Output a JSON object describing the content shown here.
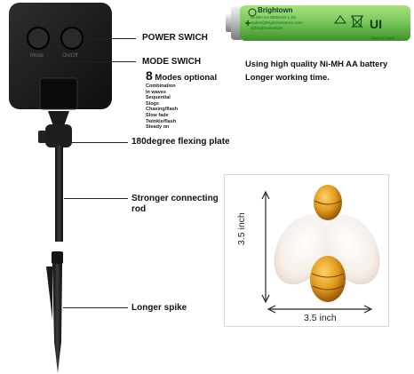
{
  "labels": {
    "power_switch": "POWER SWICH",
    "mode_switch": "MODE SWICH",
    "modes_count": "8",
    "modes_optional": " Modes optional",
    "flex_plate": "180degree flexing plate",
    "connecting_rod_line1": "Stronger connecting",
    "connecting_rod_line2": "rod",
    "longer_spike": "Longer spike"
  },
  "modes": [
    "Combination",
    "In waves",
    "Sequential",
    "Slogs",
    "Chasing/flash",
    "Slow fade",
    "Twinkle/flash",
    "Steady on"
  ],
  "box_buttons": {
    "mode": "Mode",
    "on_off": "On/Off"
  },
  "battery": {
    "brand": "Brightown",
    "spec": "Ni-MH AA 800mAh 1.2V",
    "email": "Sales@brightownstore.com",
    "site": "@brightownstore",
    "origin": "Made in China",
    "description_line1": "Using high quality Ni-MH AA battery",
    "description_line2": "Longer working time."
  },
  "dimensions": {
    "height": "3.5 inch",
    "width": "3.5 inch"
  },
  "colors": {
    "battery_green": "#7bc95a",
    "bee_amber": "#e09a1c",
    "frame_border": "#d8d8d8",
    "solar_box": "#1c1c1c"
  }
}
